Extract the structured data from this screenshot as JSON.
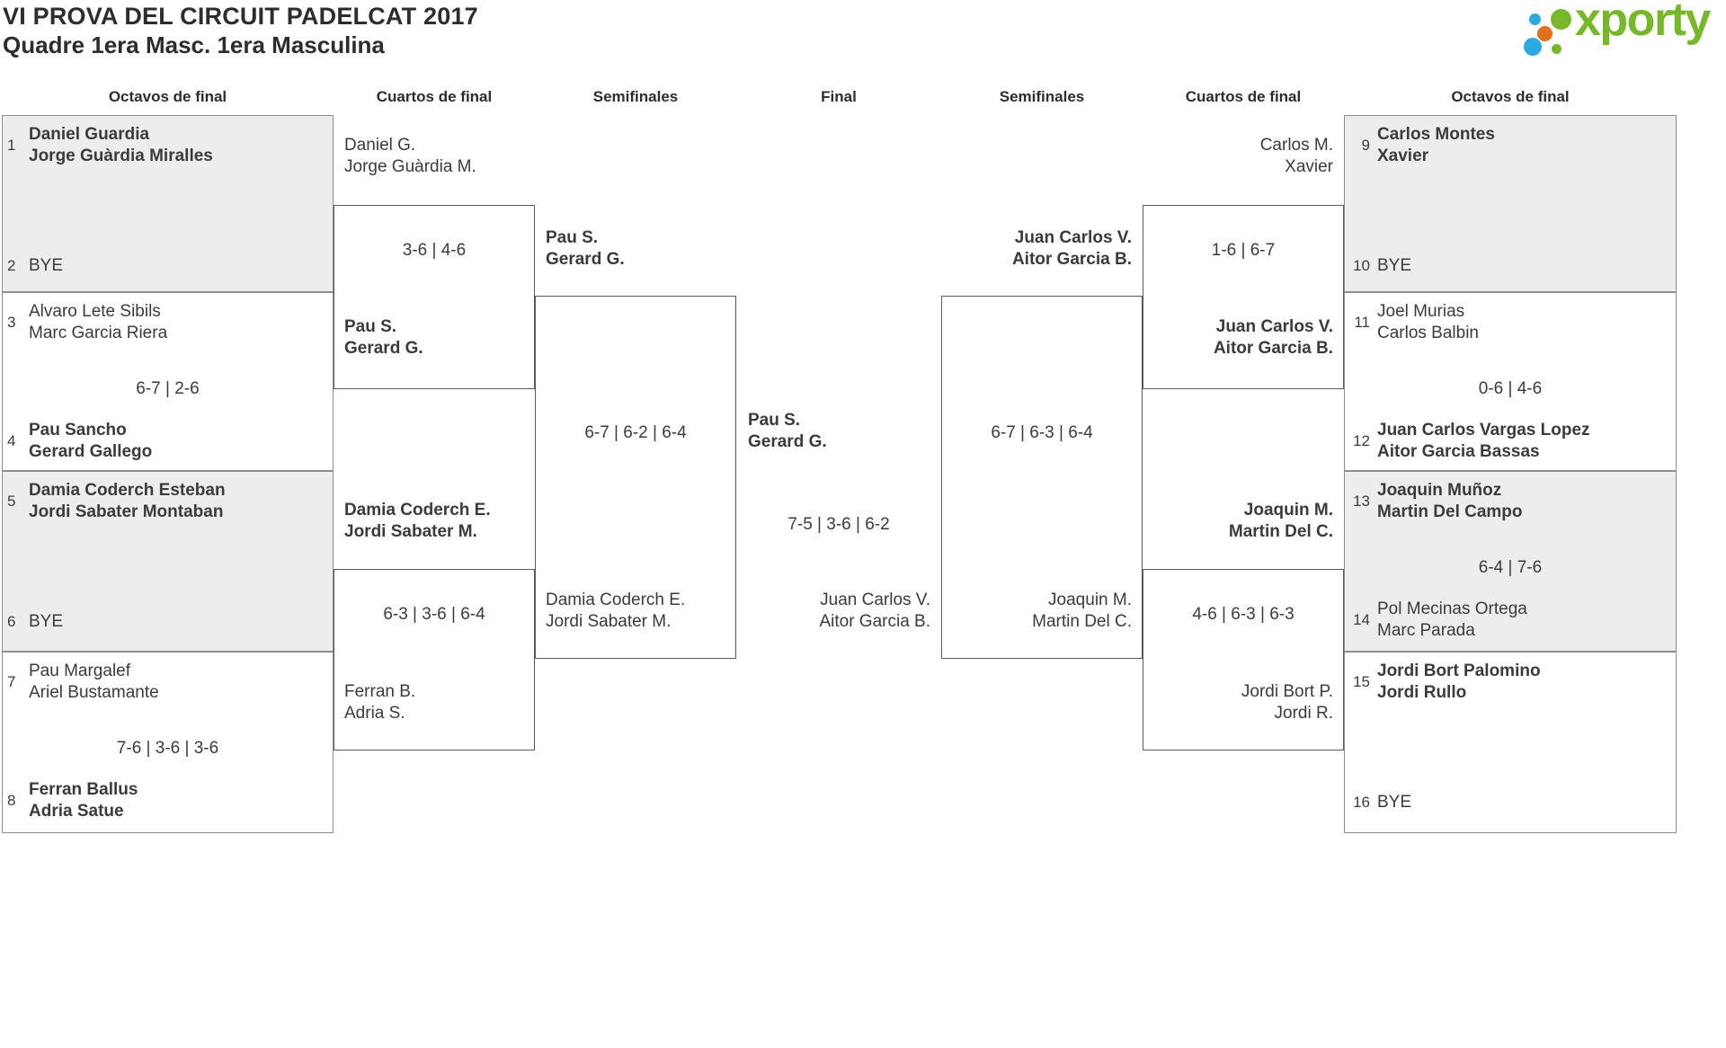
{
  "page": {
    "title": "VI PROVA DEL CIRCUIT PADELCAT 2017",
    "subtitle": "Quadre 1era Masc. 1era Masculina"
  },
  "logo": {
    "text": "xporty",
    "green": "#76b82a",
    "blue": "#2ba9e0",
    "orange": "#e2711f"
  },
  "round_headers": [
    "Octavos de final",
    "Cuartos de final",
    "Semifinales",
    "Final",
    "Semifinales",
    "Cuartos de final",
    "Octavos de final"
  ],
  "octavos_left": [
    {
      "top_seed": "1",
      "top1": "Daniel Guardia",
      "top2": "Jorge Guàrdia Miralles",
      "bottom_seed": "2",
      "bottom1": "BYE"
    },
    {
      "top_seed": "3",
      "top1": "Alvaro Lete Sibils",
      "top2": "Marc Garcia Riera",
      "score": "6-7 | 2-6",
      "bottom_seed": "4",
      "bottom1": "Pau Sancho",
      "bottom2": "Gerard Gallego"
    },
    {
      "top_seed": "5",
      "top1": "Damia Coderch Esteban",
      "top2": "Jordi Sabater Montaban",
      "bottom_seed": "6",
      "bottom1": "BYE"
    },
    {
      "top_seed": "7",
      "top1": "Pau Margalef",
      "top2": "Ariel Bustamante",
      "score": "7-6 | 3-6 | 3-6",
      "bottom_seed": "8",
      "bottom1": "Ferran Ballus",
      "bottom2": "Adria Satue"
    }
  ],
  "octavos_right": [
    {
      "top_seed": "9",
      "top1": "Carlos Montes",
      "top2": "Xavier",
      "bottom_seed": "10",
      "bottom1": "BYE"
    },
    {
      "top_seed": "11",
      "top1": "Joel Murias",
      "top2": "Carlos Balbin",
      "score": "0-6 | 4-6",
      "bottom_seed": "12",
      "bottom1": "Juan Carlos Vargas Lopez",
      "bottom2": "Aitor Garcia Bassas"
    },
    {
      "top_seed": "13",
      "top1": "Joaquin Muñoz",
      "top2": "Martin Del Campo",
      "score": "6-4 | 7-6",
      "bottom_seed": "14",
      "bottom1": "Pol Mecinas Ortega",
      "bottom2": "Marc Parada"
    },
    {
      "top_seed": "15",
      "top1": "Jordi Bort Palomino",
      "top2": "Jordi Rullo",
      "bottom_seed": "16",
      "bottom1": "BYE"
    }
  ],
  "cuartos_left": [
    {
      "team_a1": "Daniel G.",
      "team_a2": "Jorge Guàrdia M.",
      "score": "3-6 | 4-6",
      "team_b1": "Pau S.",
      "team_b2": "Gerard G."
    },
    {
      "team_a1": "Damia Coderch E.",
      "team_a2": "Jordi Sabater M.",
      "score": "6-3 | 3-6 | 6-4",
      "team_b1": "Ferran B.",
      "team_b2": "Adria S."
    }
  ],
  "semis_left": {
    "team_a1": "Pau S.",
    "team_a2": "Gerard G.",
    "score": "6-7 | 6-2 | 6-4",
    "team_b1": "Damia Coderch E.",
    "team_b2": "Jordi Sabater M."
  },
  "final": {
    "team_a1": "Pau S.",
    "team_a2": "Gerard G.",
    "score": "7-5 | 3-6 | 6-2",
    "team_b1": "Juan Carlos V.",
    "team_b2": "Aitor Garcia B."
  },
  "semis_right": {
    "team_a1": "Juan Carlos V.",
    "team_a2": "Aitor Garcia B.",
    "score": "6-7 | 6-3 | 6-4",
    "team_b1": "Joaquin M.",
    "team_b2": "Martin Del C."
  },
  "cuartos_right": [
    {
      "team_a1": "Carlos M.",
      "team_a2": "Xavier",
      "score": "1-6 | 6-7",
      "team_b1": "Juan Carlos V.",
      "team_b2": "Aitor Garcia B."
    },
    {
      "team_a1": "Joaquin M.",
      "team_a2": "Martin Del C.",
      "score": "4-6 | 6-3 | 6-3",
      "team_b1": "Jordi Bort P.",
      "team_b2": "Jordi R."
    }
  ]
}
